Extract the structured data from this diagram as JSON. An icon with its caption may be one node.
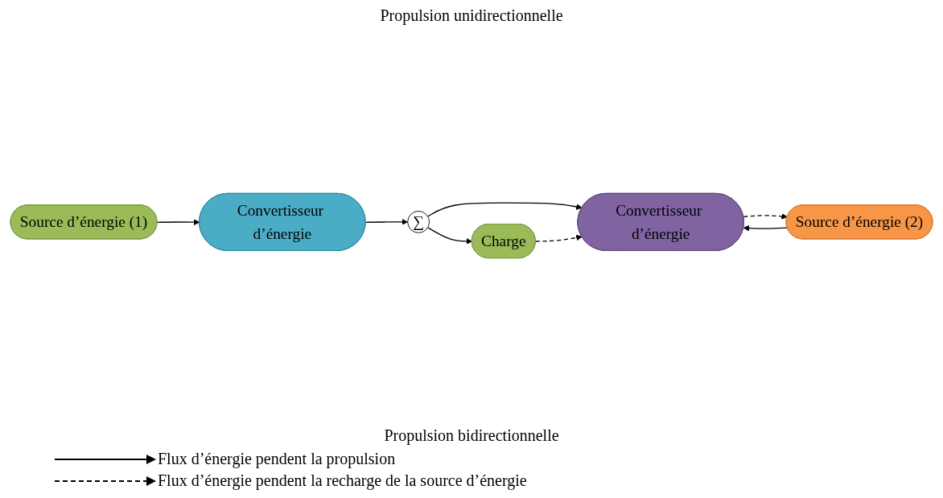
{
  "diagram": {
    "nodes": [
      {
        "text": [
          "Source d’énergie (1)"
        ]
      },
      {
        "text": [
          "Convertisseur d’énergie"
        ]
      },
      {
        "text": [
          "∑"
        ]
      },
      {
        "text": [
          "Charge"
        ]
      },
      {
        "text": [
          "Source d’énergie (2)"
        ]
      },
      {
        "text": [
          "Convertisseur d’énergie"
        ]
      }
    ],
    "edges": [
      {
        "from": 0,
        "to": 1,
        "arrow": "to"
      },
      {
        "from": 1,
        "to": 2,
        "arrow": "to"
      },
      {
        "from": 2,
        "to": 3,
        "arrow": "to"
      },
      {
        "from": 4,
        "to": 5,
        "arrow": "to"
      },
      {
        "from": 2,
        "to": 5,
        "arrow": "to"
      },
      {
        "from": 3,
        "to": 5,
        "arrow": "to",
        "style": "dashed"
      },
      {
        "from": 5,
        "to": 4,
        "arrow": "to",
        "style": "dashed"
      }
    ],
    "labels": [
      "Propulsion unidirectionnelle",
      "Propulsion bidirectionnelle"
    ],
    "legend": [
      {
        "text": "Flux d’énergie pendent la propulsion"
      },
      {
        "text": "Flux d’énergie pendent la recharge de la source d’énergie"
      }
    ]
  }
}
